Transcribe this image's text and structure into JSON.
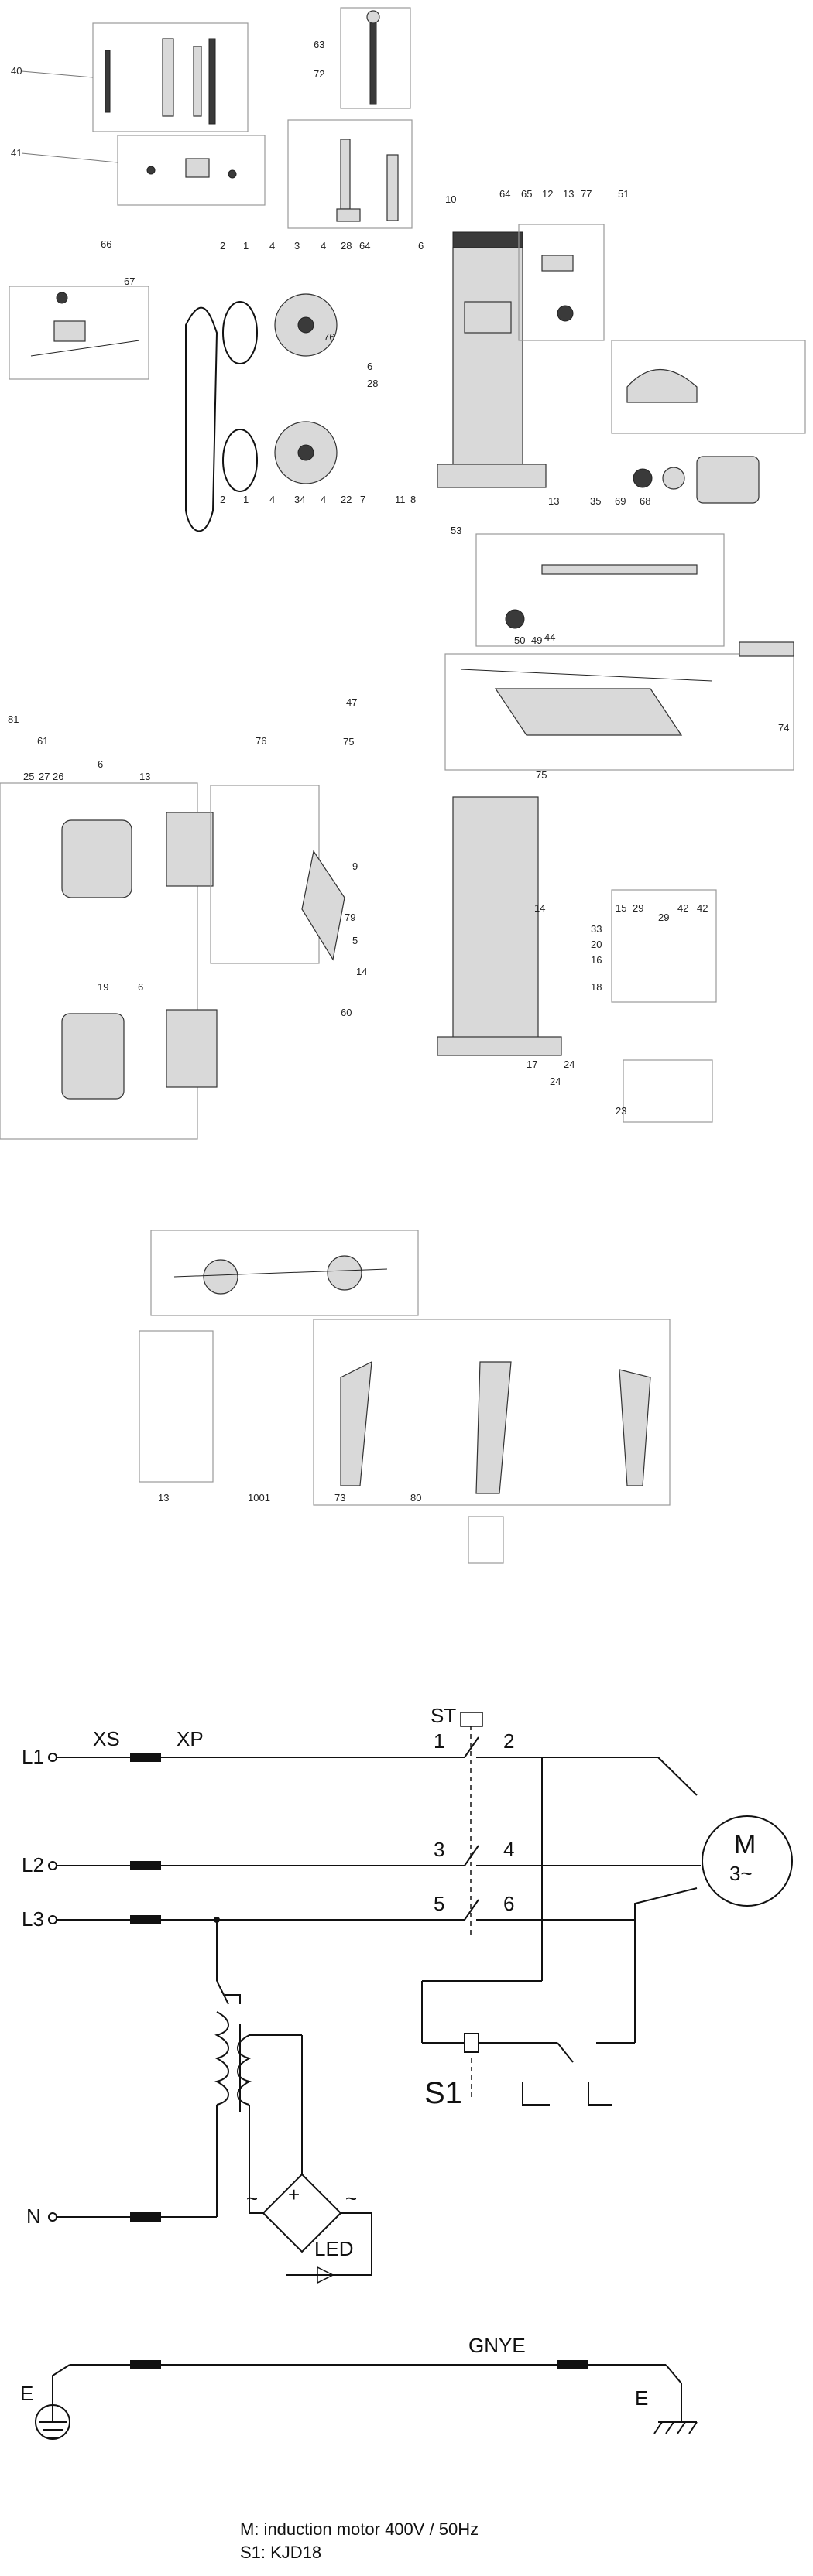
{
  "exploded_view": {
    "labels": [
      "40",
      "41",
      "63",
      "72",
      "10",
      "66",
      "67",
      "64",
      "65",
      "12",
      "13",
      "77",
      "51",
      "2",
      "1",
      "4",
      "3",
      "4",
      "28",
      "64",
      "6",
      "76",
      "6",
      "28",
      "2",
      "1",
      "4",
      "34",
      "4",
      "22",
      "7",
      "11",
      "8",
      "13",
      "35",
      "69",
      "68",
      "53",
      "44",
      "50",
      "49",
      "74",
      "47",
      "75",
      "61",
      "25",
      "27",
      "26",
      "6",
      "13",
      "76",
      "9",
      "79",
      "5",
      "14",
      "60",
      "75",
      "14",
      "15",
      "29",
      "42",
      "42",
      "29",
      "33",
      "20",
      "16",
      "18",
      "17",
      "24",
      "24",
      "23",
      "19",
      "6",
      "13",
      "1001",
      "73",
      "80",
      "81"
    ]
  },
  "wiring": {
    "terminals": {
      "l1": "L1",
      "l2": "L2",
      "l3": "L3",
      "n": "N",
      "e_left": "E",
      "e_right": "E"
    },
    "connectors": {
      "xs": "XS",
      "xp": "XP"
    },
    "switch": {
      "name": "ST",
      "contacts": [
        "1",
        "2",
        "3",
        "4",
        "5",
        "6"
      ]
    },
    "motor": {
      "name": "M",
      "phase": "3~"
    },
    "relay": "S1",
    "led": "LED",
    "bridge_plus": "+",
    "ac_left": "~",
    "ac_right": "~",
    "earth_wire": "GNYE"
  },
  "notes": {
    "motor": "M: induction motor 400V / 50Hz",
    "switch": "S1: KJD18"
  }
}
